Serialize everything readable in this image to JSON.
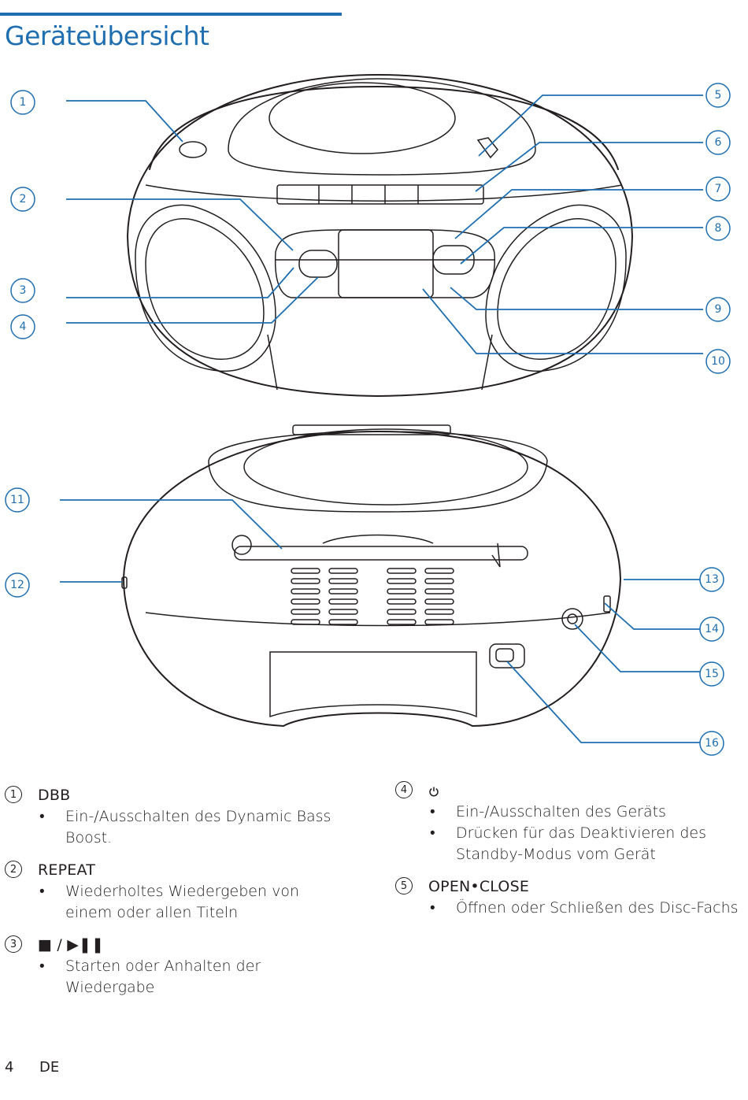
{
  "page": {
    "title": "Geräteübersicht",
    "page_number": "4",
    "language": "DE"
  },
  "colors": {
    "accent": "#1f6fb0",
    "text": "#231f20"
  },
  "callouts": [
    "1",
    "2",
    "3",
    "4",
    "5",
    "6",
    "7",
    "8",
    "9",
    "10",
    "11",
    "12",
    "13",
    "14",
    "15",
    "16"
  ],
  "items": [
    {
      "num": "1",
      "title": "DBB",
      "bullets": [
        "Ein-/Ausschalten des Dynamic Bass Boost."
      ]
    },
    {
      "num": "2",
      "title": "REPEAT",
      "bullets": [
        "Wiederholtes Wiedergeben von einem oder allen Titeln"
      ]
    },
    {
      "num": "3",
      "title": "■ / ▶❚❚",
      "bullets": [
        "Starten oder Anhalten der Wiedergabe"
      ]
    },
    {
      "num": "4",
      "title": "",
      "icon": "power-icon",
      "bullets": [
        "Ein-/Ausschalten des Geräts",
        "Drücken für das Deaktivieren des Standby-Modus vom Gerät"
      ]
    },
    {
      "num": "5",
      "title": "OPEN•CLOSE",
      "bullets": [
        "Öffnen oder Schließen des Disc-Fachs"
      ]
    }
  ]
}
